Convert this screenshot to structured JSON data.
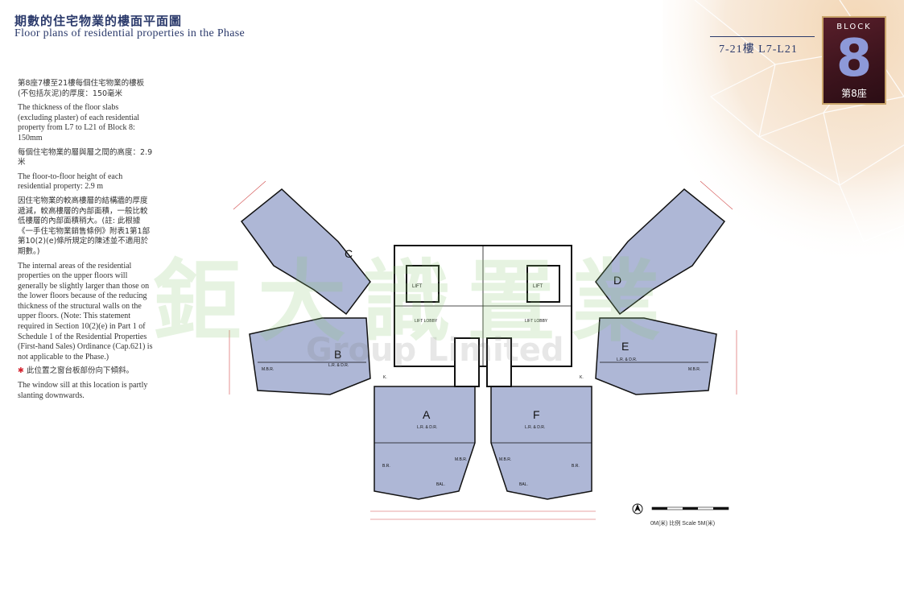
{
  "header": {
    "title_zh": "期數的住宅物業的樓面平面圖",
    "title_en": "Floor plans of residential properties in the Phase",
    "floor_tag": "7-21樓 L7-L21"
  },
  "badge": {
    "block_label": "BLOCK",
    "number": "8",
    "label_zh": "第8座"
  },
  "notes": {
    "slab_zh": "第8座7樓至21樓每個住宅物業的樓板(不包括灰泥)的厚度：150毫米",
    "slab_en": "The thickness of the floor slabs (excluding plaster) of each residential property from L7 to L21 of Block 8: 150mm",
    "height_zh": "每個住宅物業的層與層之間的高度：2.9米",
    "height_en": "The floor-to-floor height of each residential property: 2.9 m",
    "area_zh": "因住宅物業的較高樓層的結構牆的厚度遞減，較高樓層的內部面積，一般比較低樓層的內部面積稍大。(註: 此根據《一手住宅物業銷售條例》附表1第1部第10(2)(e)條所規定的陳述並不適用於期數。)",
    "area_en": "The internal areas of the residential properties on the upper floors will generally be slightly larger than those on the lower floors because of the reducing thickness of the structural walls on the upper floors. (Note: This statement required in Section 10(2)(e) in Part 1 of Schedule 1 of the Residential Properties (First-hand Sales) Ordinance (Cap.621) is not applicable to the Phase.)",
    "window_zh": "此位置之窗台板部份向下傾斜。",
    "window_en": "The window sill at this location is partly slanting downwards."
  },
  "watermark": {
    "zh": "鉅大識置業",
    "en": "Group Limited"
  },
  "plan": {
    "units": [
      "A",
      "B",
      "C",
      "D",
      "E",
      "F"
    ],
    "room_label_living": "L.R. & D.R.",
    "lift": "LIFT",
    "lift_lobby": "LIFT LOBBY",
    "master_bedroom": "M.B.R.",
    "bedroom": "B.R.",
    "kitchen": "K.",
    "balcony": "BAL.",
    "scale_label": "0M(米)  比例 Scale  5M(米)",
    "north": "N"
  },
  "colors": {
    "unit_fill": "#aeb7d6",
    "wall": "#111111",
    "dim": "#d24a4a",
    "accent": "#2b3a6b"
  }
}
